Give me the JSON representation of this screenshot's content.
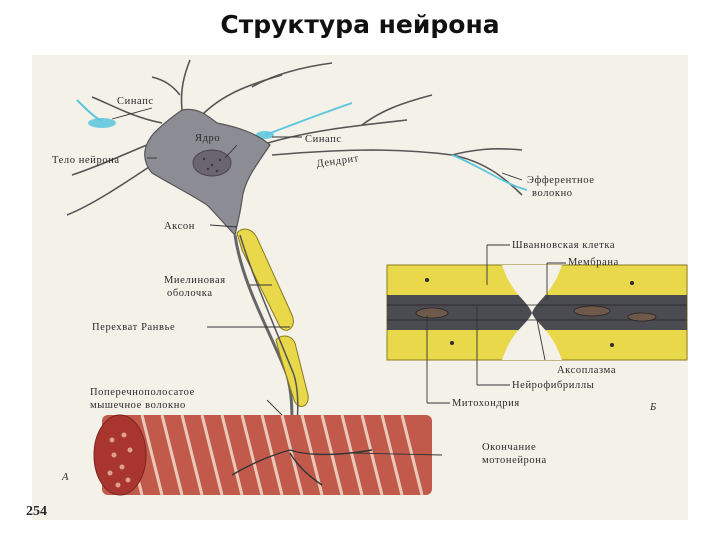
{
  "title": "Структура нейрона",
  "colors": {
    "cell_body": "#8c8c94",
    "myelin": "#e8d84a",
    "synapse": "#5bc6de",
    "muscle": "#b9453c",
    "background": "#f4f1e9"
  },
  "labels": {
    "synapse_left": "Синапс",
    "nucleus": "Ядро",
    "cell_body": "Тело нейрона",
    "synapse_right": "Синапс",
    "dendrite": "Дендрит",
    "efferent_line1": "Эфферентное",
    "efferent_line2": "волокно",
    "axon": "Аксон",
    "myelin_line1": "Миелиновая",
    "myelin_line2": "оболочка",
    "ranvier": "Перехват Ранвье",
    "muscle_line1": "Поперечнополосатое",
    "muscle_line2": "мышечное волокно",
    "ending_line1": "Окончание",
    "ending_line2": "мотонейрона",
    "schwann": "Шванновская клетка",
    "membrane": "Мембрана",
    "axoplasm": "Аксоплазма",
    "neurofibrils": "Нейрофибриллы",
    "mitochondria": "Митохондрия",
    "panel_a": "А",
    "panel_b": "Б",
    "page_number": "254"
  }
}
